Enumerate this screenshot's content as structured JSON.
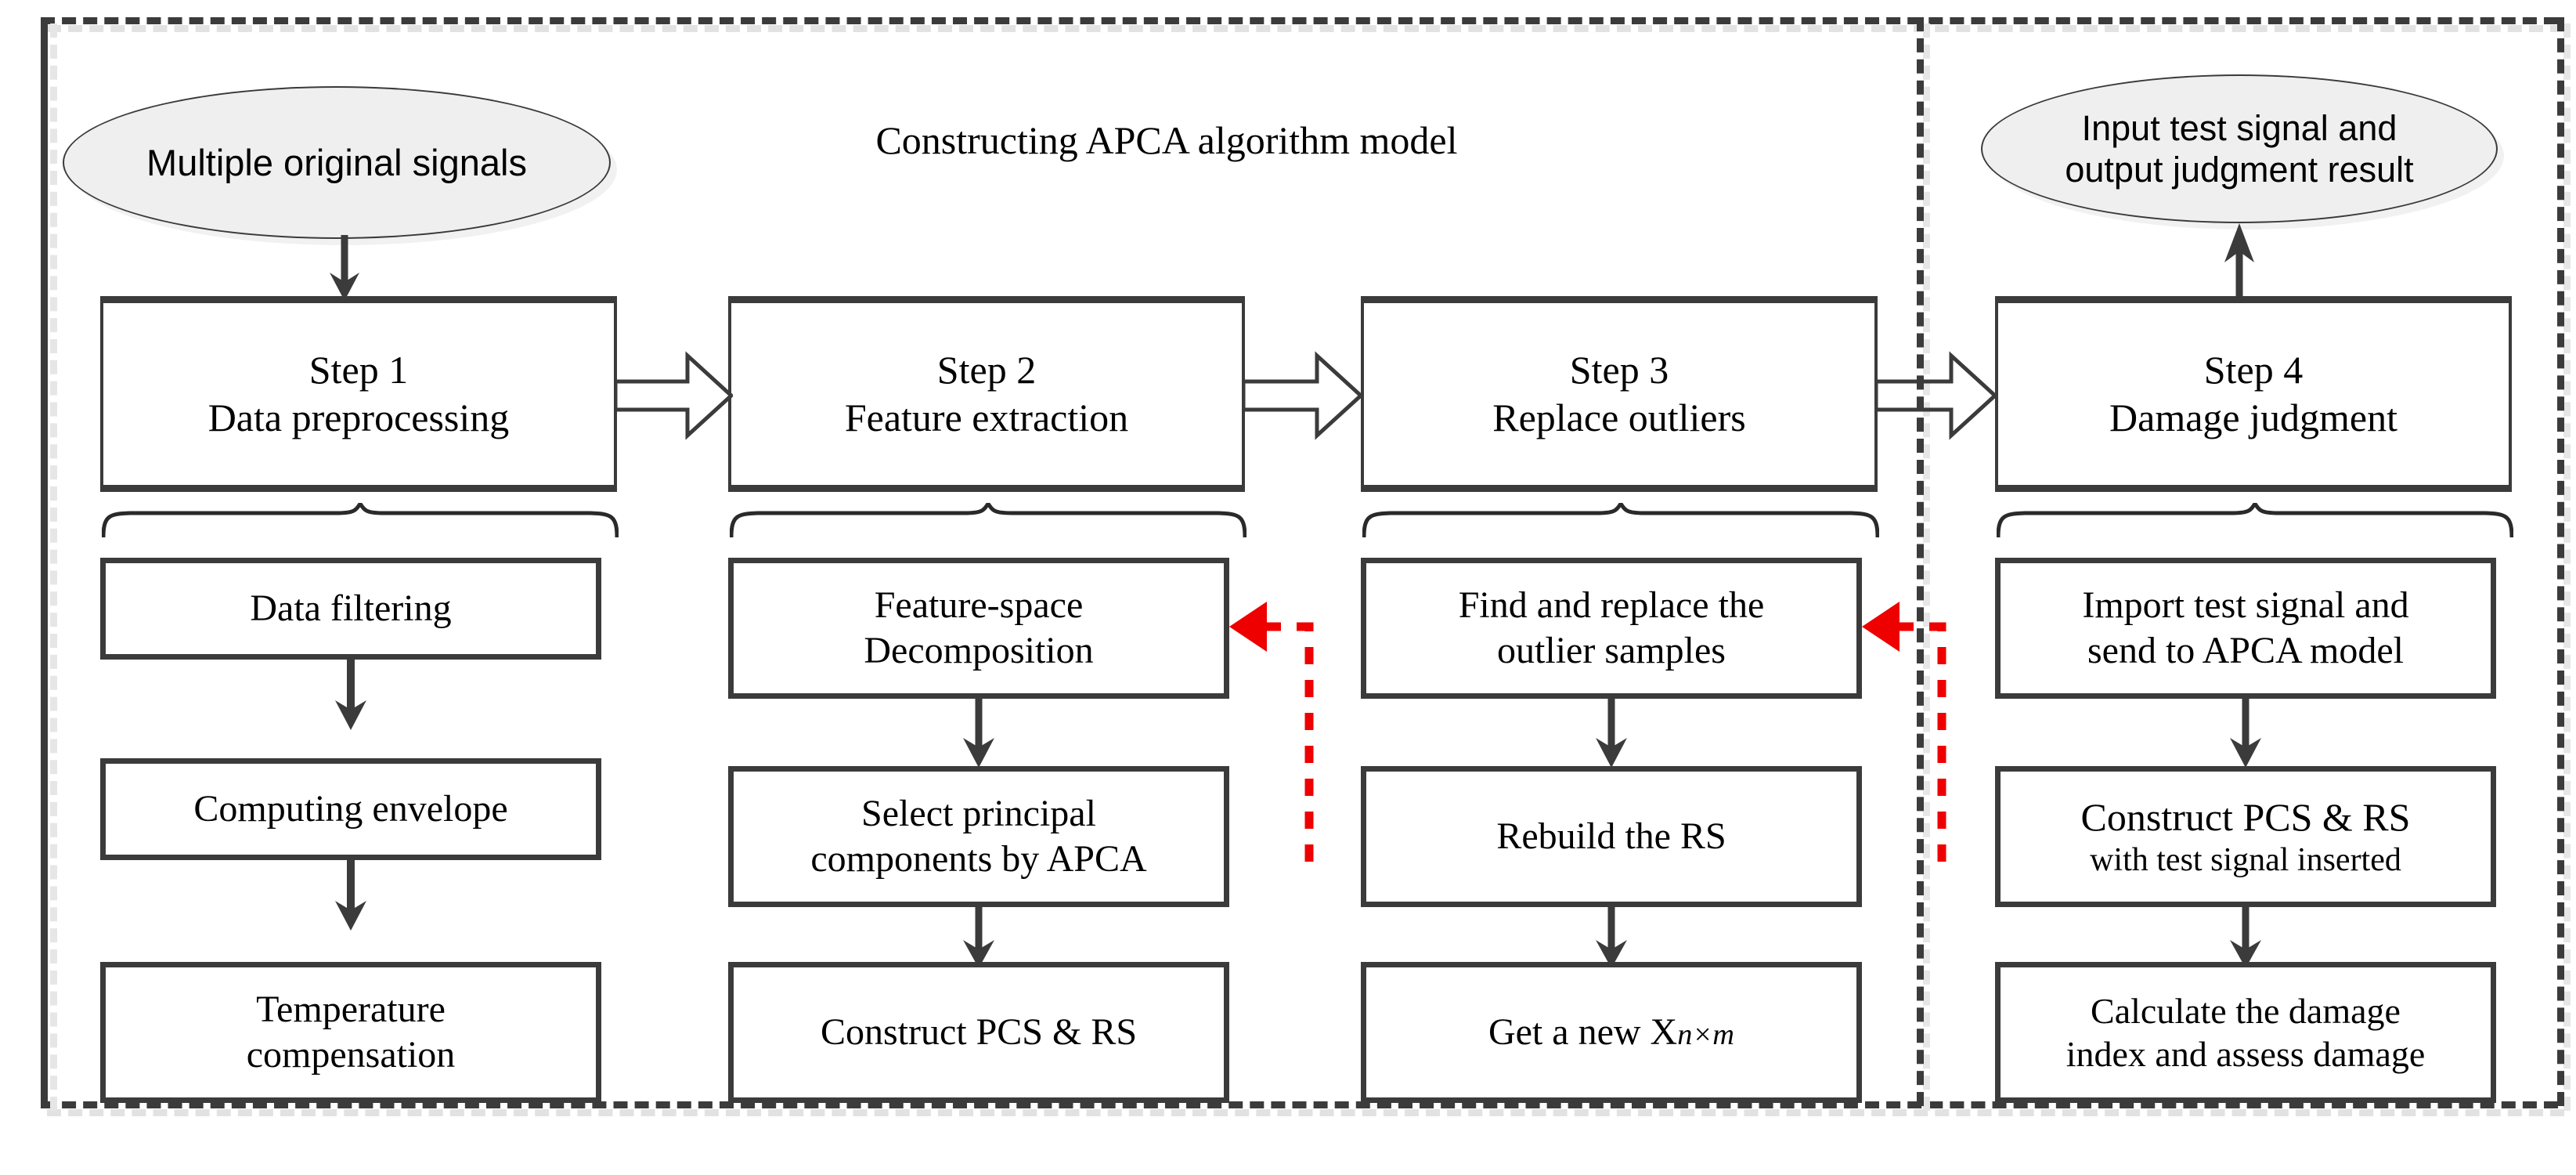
{
  "figure": {
    "title_caption": "Constructing APCA algorithm model",
    "accent_color": "#ee0000",
    "line_color": "#3b3b3b",
    "node_fill": "#efefef"
  },
  "panels": {
    "left": {
      "caption": "Constructing APCA algorithm model"
    },
    "right": {
      "caption": ""
    }
  },
  "terminators": {
    "input": {
      "label": "Multiple original signals"
    },
    "output": {
      "line1": "Input test signal and",
      "line2": "output judgment result"
    }
  },
  "steps": [
    {
      "number": "Step 1",
      "name": "Data preprocessing"
    },
    {
      "number": "Step 2",
      "name": "Feature extraction"
    },
    {
      "number": "Step 3",
      "name": "Replace outliers"
    },
    {
      "number": "Step 4",
      "name": "Damage judgment"
    }
  ],
  "columns": [
    {
      "step": "Step 1",
      "items": [
        {
          "line1": "Data filtering",
          "line2": ""
        },
        {
          "line1": "Computing envelope",
          "line2": ""
        },
        {
          "line1": "Temperature",
          "line2": "compensation"
        }
      ]
    },
    {
      "step": "Step 2",
      "items": [
        {
          "line1": "Feature-space",
          "line2": "Decomposition"
        },
        {
          "line1": "Select principal",
          "line2": "components by APCA"
        },
        {
          "line1": "Construct PCS & RS",
          "line2": ""
        }
      ]
    },
    {
      "step": "Step 3",
      "items": [
        {
          "line1": "Find and replace the",
          "line2": "outlier samples"
        },
        {
          "line1": "Rebuild the RS",
          "line2": ""
        },
        {
          "line1": "Get a new X",
          "line2": "",
          "subscript": "n×m"
        }
      ]
    },
    {
      "step": "Step 4",
      "items": [
        {
          "line1": "Import test signal and",
          "line2": "send to APCA model"
        },
        {
          "line1": "Construct PCS & RS",
          "line2": "with test signal inserted"
        },
        {
          "line1": "Calculate the damage",
          "line2": "index and assess damage"
        }
      ]
    }
  ],
  "feedback_arrows": [
    {
      "from": "Select principal components by APCA",
      "to": "Feature-space Decomposition",
      "color": "#ee0000",
      "style": "dashed"
    },
    {
      "from": "Rebuild the RS",
      "to": "Find and replace the outlier samples",
      "color": "#ee0000",
      "style": "dashed"
    }
  ]
}
